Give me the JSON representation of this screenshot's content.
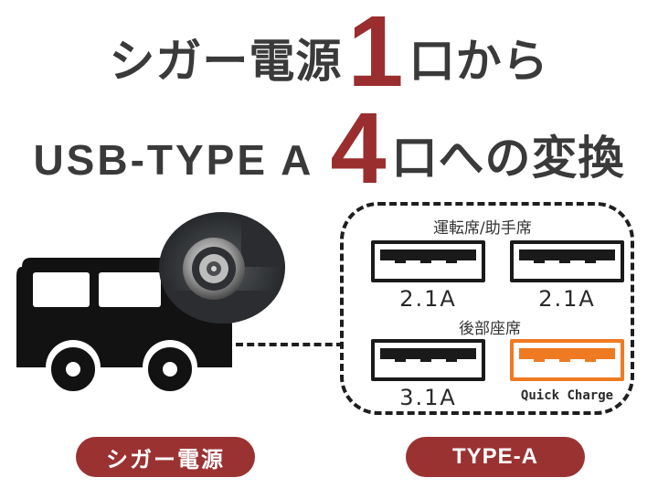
{
  "headline": {
    "line1_pre": "シガー電源",
    "line1_num": "1",
    "line1_post": "口から",
    "line2_pre": "USB-TYPE A",
    "line2_num": "4",
    "line2_post": "口への変換"
  },
  "ports": {
    "front_label": "運転席/助手席",
    "rear_label": "後部座席",
    "front_left_current": "2.1A",
    "front_right_current": "2.1A",
    "rear_left_current": "3.1A",
    "rear_right_label": "Quick Charge"
  },
  "labels": {
    "left_pill": "シガー電源",
    "right_pill": "TYPE-A"
  },
  "colors": {
    "accent": "#9a2e2e",
    "pill": "#9b3232",
    "quick_charge": "#ee7a22",
    "text": "#3a3a3a"
  },
  "icons": [
    "car-icon",
    "cigarette-socket-photo",
    "usb-port-icon"
  ]
}
